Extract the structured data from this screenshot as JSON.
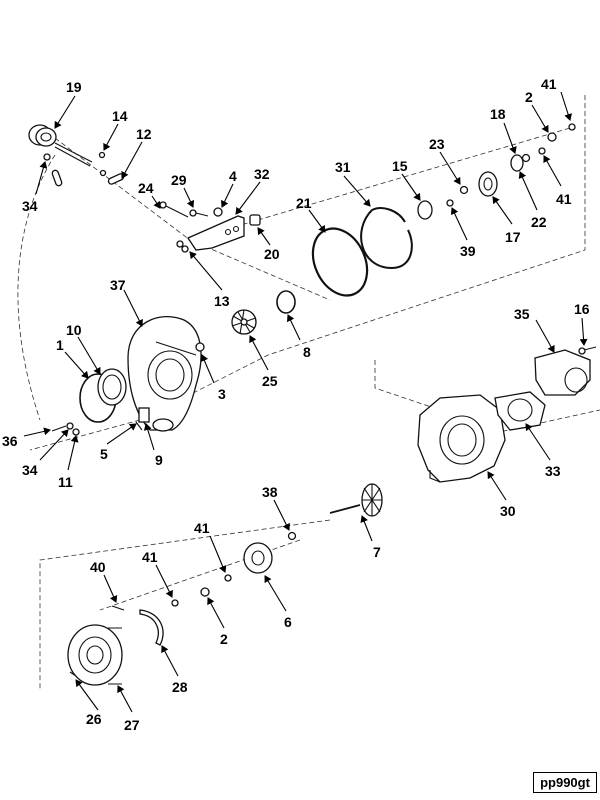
{
  "reference_code": "pp990gt",
  "callouts": {
    "c1": "1",
    "c2a": "2",
    "c2b": "2",
    "c3": "3",
    "c4": "4",
    "c5": "5",
    "c6": "6",
    "c7": "7",
    "c8": "8",
    "c9": "9",
    "c10": "10",
    "c11": "11",
    "c12": "12",
    "c13": "13",
    "c14": "14",
    "c15": "15",
    "c16": "16",
    "c17": "17",
    "c18": "18",
    "c19": "19",
    "c20": "20",
    "c21": "21",
    "c22": "22",
    "c23": "23",
    "c24": "24",
    "c25": "25",
    "c26": "26",
    "c27": "27",
    "c28": "28",
    "c29": "29",
    "c30": "30",
    "c31": "31",
    "c32": "32",
    "c33": "33",
    "c34a": "34",
    "c34b": "34",
    "c35": "35",
    "c36": "36",
    "c37": "37",
    "c38": "38",
    "c39": "39",
    "c40": "40",
    "c41a": "41",
    "c41b": "41",
    "c41c": "41",
    "c41d": "41"
  }
}
